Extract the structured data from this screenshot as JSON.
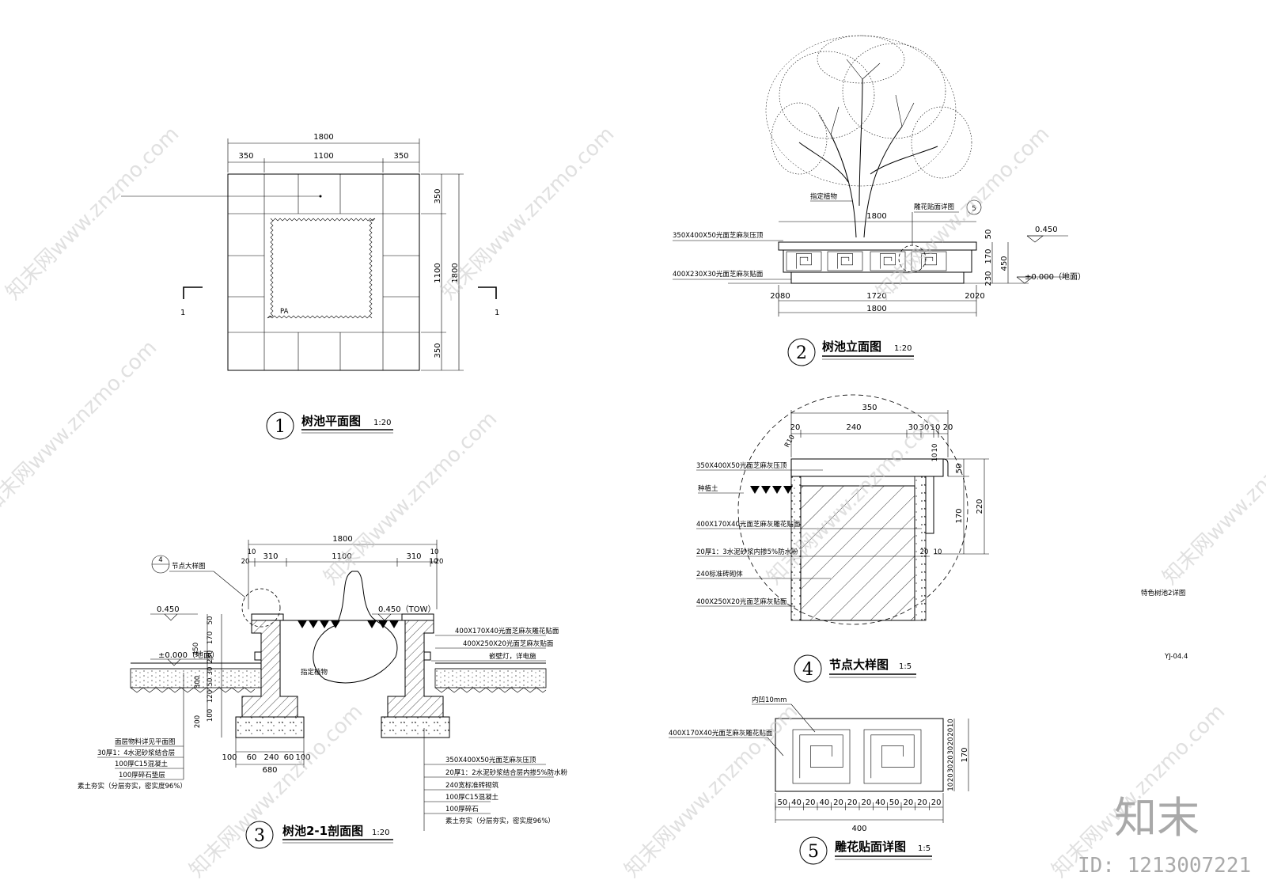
{
  "drawing_1": {
    "number": "1",
    "title": "树池平面图",
    "scale": "1:20",
    "dims_top": [
      "1800",
      "350",
      "1100",
      "350"
    ],
    "dims_right": [
      "350",
      "1100",
      "350",
      "1800"
    ],
    "section_marks": [
      "1",
      "1"
    ],
    "label_pa": "PA"
  },
  "drawing_2": {
    "number": "2",
    "title": "树池立面图",
    "scale": "1:20",
    "label_plant": "指定植物",
    "label_detail": "雕花贴面详图",
    "detail_ref": "5",
    "label_cap": "350X400X50光面芝麻灰压顶",
    "label_face": "400X230X30光面芝麻灰贴面",
    "dim_top": "1800",
    "dims_bottom": [
      "2080",
      "1720",
      "2020",
      "1800"
    ],
    "dims_right": [
      "50",
      "170",
      "230",
      "450"
    ],
    "level_top": "0.450",
    "level_ground": "±0.000（地面）"
  },
  "drawing_3": {
    "number": "3",
    "title": "树池2-1剖面图",
    "scale": "1:20",
    "detail_ref": "4",
    "label_detail": "节点大样图",
    "dims_top": [
      "1800",
      "10",
      "20",
      "310",
      "1100",
      "310",
      "10",
      "20",
      "10"
    ],
    "level_left": "0.450",
    "level_right": "0.450（TOW）",
    "level_ground": "±0.000（地面）",
    "label_plant": "指定植物",
    "labels_right_top": [
      "400X170X40光面芝麻灰雕花贴面",
      "400X250X20光面芝麻灰贴面",
      "嵌壁灯，详电施"
    ],
    "labels_left": [
      "面层物料详见平面图",
      "30厚1：4水泥砂浆结合层",
      "100厚C15混凝土",
      "100厚碎石垫层",
      "素土夯实（分层夯实，密实度96%）"
    ],
    "labels_right_bottom": [
      "350X400X50光面芝麻灰压顶",
      "20厚1：2水泥砂浆结合层内掺5%防水粉",
      "240宽标准砖砌筑",
      "100厚C15混凝土",
      "100厚碎石",
      "素土夯实（分层夯实，密实度96%）"
    ],
    "dims_left": [
      "50",
      "170",
      "450",
      "230",
      "30",
      "50",
      "300",
      "120",
      "100",
      "200"
    ],
    "dims_bottom": [
      "100",
      "60",
      "240",
      "60",
      "100",
      "680"
    ]
  },
  "drawing_4": {
    "number": "4",
    "title": "节点大样图",
    "scale": "1:5",
    "dims_top": [
      "350",
      "20",
      "240",
      "30",
      "30",
      "10",
      "20"
    ],
    "label_r10": "R10",
    "dims_right": [
      "10",
      "10",
      "50",
      "170",
      "220",
      "20",
      "10"
    ],
    "labels": [
      "350X400X50光面芝麻灰压顶",
      "种植土",
      "400X170X40光面芝麻灰雕花贴面",
      "20厚1：3水泥砂浆内掺5%防水粉",
      "240标准砖砌体",
      "400X250X20光面芝麻灰贴面"
    ]
  },
  "drawing_5": {
    "number": "5",
    "title": "雕花贴面详图",
    "scale": "1:5",
    "label_inset": "内凹10mm",
    "label_panel": "400X170X40光面芝麻灰雕花贴面",
    "dims_bottom": [
      "50",
      "40",
      "20",
      "40",
      "20",
      "20",
      "20",
      "40",
      "50",
      "20",
      "20",
      "20",
      "400"
    ],
    "dims_right": [
      "10",
      "20",
      "20",
      "30",
      "20",
      "30",
      "20",
      "10",
      "170"
    ]
  },
  "sheet": {
    "title": "特色树池2详图",
    "code": "YJ-04.4"
  },
  "watermark": {
    "text": "知末网www.znzmo.com",
    "brand": "知末",
    "id": "ID: 1213007221"
  }
}
